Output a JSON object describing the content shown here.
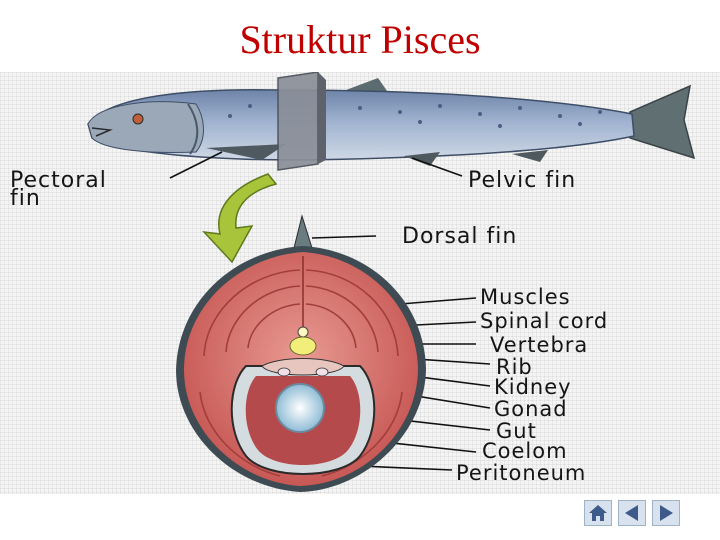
{
  "slide": {
    "title": "Struktur Pisces"
  },
  "labels": {
    "pectoral_fin": [
      "Pectoral",
      "fin"
    ],
    "pelvic_fin": "Pelvic fin",
    "dorsal_fin": "Dorsal fin",
    "cross_section": [
      "Muscles",
      "Spinal cord",
      "Vertebra",
      "Rib",
      "Kidney",
      "Gonad",
      "Gut",
      "Coelom",
      "Peritoneum"
    ]
  },
  "icons": {
    "home": "home-icon",
    "back": "triangle-left-icon",
    "forward": "triangle-right-icon"
  },
  "colors": {
    "title": "#c00000",
    "fish_body": "#8aa2c2",
    "flesh": "#d46a66",
    "arrow": "#a8c43a",
    "nav_icon": "#3d5a8a"
  }
}
